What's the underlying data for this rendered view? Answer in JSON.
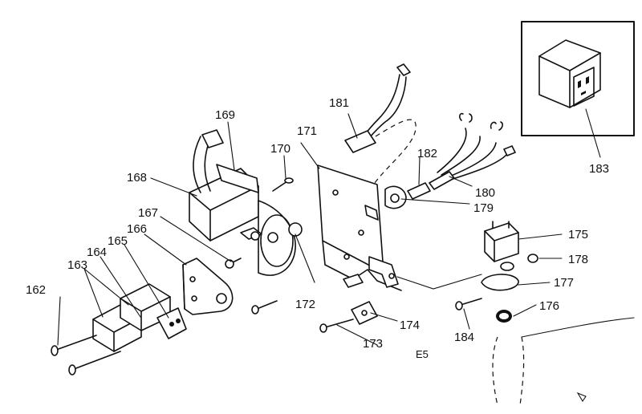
{
  "parts": [
    {
      "id": "p162",
      "label": "162"
    },
    {
      "id": "p163",
      "label": "163"
    },
    {
      "id": "p164",
      "label": "164"
    },
    {
      "id": "p165",
      "label": "165"
    },
    {
      "id": "p166",
      "label": "166"
    },
    {
      "id": "p167",
      "label": "167"
    },
    {
      "id": "p168",
      "label": "168"
    },
    {
      "id": "p169",
      "label": "169"
    },
    {
      "id": "p170",
      "label": "170"
    },
    {
      "id": "p171",
      "label": "171"
    },
    {
      "id": "p172",
      "label": "172"
    },
    {
      "id": "p173",
      "label": "173"
    },
    {
      "id": "p174",
      "label": "174"
    },
    {
      "id": "p175",
      "label": "175"
    },
    {
      "id": "p176",
      "label": "176"
    },
    {
      "id": "p177",
      "label": "177"
    },
    {
      "id": "p178",
      "label": "178"
    },
    {
      "id": "p179",
      "label": "179"
    },
    {
      "id": "p180",
      "label": "180"
    },
    {
      "id": "p181",
      "label": "181"
    },
    {
      "id": "p182",
      "label": "182"
    },
    {
      "id": "p183",
      "label": "183"
    },
    {
      "id": "p184",
      "label": "184"
    }
  ],
  "figure_code": "E5"
}
